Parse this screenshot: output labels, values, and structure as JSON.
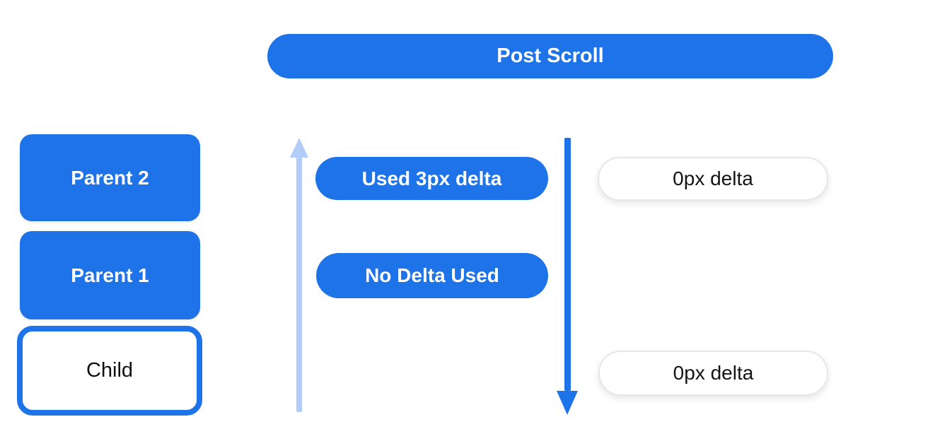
{
  "diagram": {
    "title": "Post Scroll",
    "colors": {
      "primary_blue": "#1e73e8",
      "light_blue": "#b3cdf8",
      "white": "#ffffff",
      "text_dark": "#141414",
      "white_pill_border": "#e7e7e7"
    },
    "header": {
      "label": "Post Scroll"
    },
    "left_stack": {
      "items": [
        {
          "label": "Parent 2",
          "variant": "filled"
        },
        {
          "label": "Parent 1",
          "variant": "filled"
        },
        {
          "label": "Child",
          "variant": "outlined"
        }
      ]
    },
    "middle_column": {
      "pills": [
        {
          "label": "Used 3px delta"
        },
        {
          "label": "No Delta Used"
        }
      ]
    },
    "right_column": {
      "pills": [
        {
          "label": "0px delta"
        },
        {
          "label": "0px delta"
        }
      ]
    },
    "arrows": [
      {
        "name": "scroll-up-arrow",
        "direction": "up",
        "color": "#b3cdf8"
      },
      {
        "name": "scroll-down-arrow",
        "direction": "down",
        "color": "#1e73e8"
      }
    ]
  }
}
